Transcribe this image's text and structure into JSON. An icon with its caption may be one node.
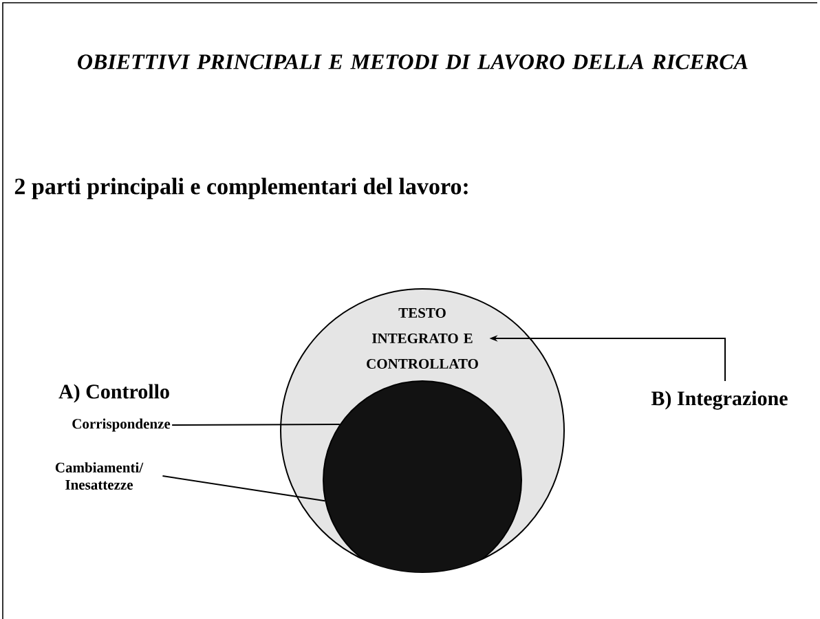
{
  "diagram": {
    "title": "OBIETTIVI PRINCIPALI E METODI DI LAVORO DELLA RICERCA",
    "nodes": [
      {
        "text": [
          "TESTO INTEGRATO E CONTROLLATO"
        ]
      },
      {
        "text": [],
        "shape": "circle",
        "in": 0
      },
      {
        "text": [
          "Corrispondenze"
        ]
      },
      {
        "text": [
          "Cambiamenti/ Inesattezze"
        ]
      },
      {
        "text": [
          "B) Integrazione"
        ]
      }
    ],
    "edges": [
      {
        "from": 2,
        "to": 1,
        "arrow": "none"
      },
      {
        "from": 3,
        "to": 1,
        "arrow": "none"
      },
      {
        "from": 4,
        "to": 0,
        "arrow": "to"
      }
    ],
    "labels": [
      "2 parti principali e complementari del lavoro:",
      "A) Controllo"
    ]
  }
}
